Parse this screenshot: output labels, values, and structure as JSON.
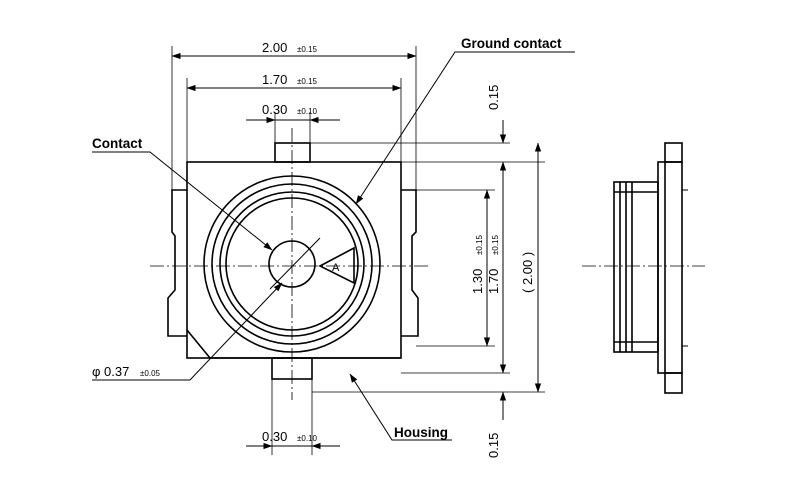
{
  "labels": {
    "ground_contact": "Ground contact",
    "contact": "Contact",
    "housing": "Housing"
  },
  "dimensions": {
    "width_overall_value": "2.00",
    "width_overall_tol": "±0.15",
    "width_inner_value": "1.70",
    "width_inner_tol": "±0.15",
    "tab_top_value": "0.30",
    "tab_top_tol": "±0.10",
    "tab_bottom_value": "0.30",
    "tab_bottom_tol": "±0.10",
    "diameter_value": "0.37",
    "diameter_tol": "±0.05",
    "height_inner_value": "1.30",
    "height_inner_tol": "±0.15",
    "height_outer_value": "1.70",
    "height_outer_tol": "±0.15",
    "height_overall_ref": "( 2.00 )",
    "gap_top": "0.15",
    "gap_bottom": "0.15"
  },
  "symbols": {
    "diameter": "φ",
    "polarity_mark": "A"
  }
}
